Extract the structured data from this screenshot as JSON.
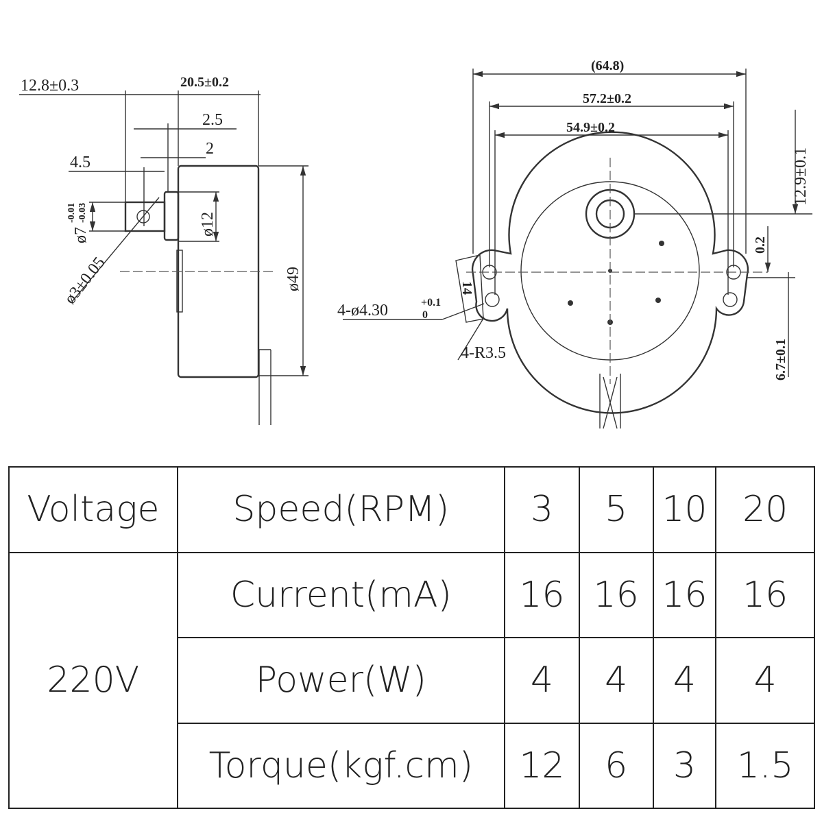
{
  "drawing": {
    "side_view": {
      "dim_shaft_length": "12.8±0.3",
      "dim_body_depth": "20.5±0.2",
      "dim_2_5": "2.5",
      "dim_2": "2",
      "dim_4_5": "4.5",
      "dim_shaft_dia": "ø7",
      "dim_shaft_tol_upper": "-0.01",
      "dim_shaft_tol_lower": "-0.03",
      "dim_pin_hole": "ø3±0.05",
      "dim_boss_dia": "ø12",
      "dim_body_dia": "ø49"
    },
    "front_view": {
      "dim_overall": "(64.8)",
      "dim_outer_holes": "57.2±0.2",
      "dim_inner_holes": "54.9±0.2",
      "dim_shaft_offset": "12.9±0.1",
      "dim_0_2": "0.2",
      "dim_hole_offset": "6.7±0.1",
      "dim_holes": "4-ø4.30",
      "dim_holes_tol_upper": "+0.1",
      "dim_holes_tol_lower": "0",
      "dim_radius": "4-R3.5",
      "dim_14": "14"
    }
  },
  "table": {
    "header": {
      "voltage": "Voltage",
      "speed": "Speed(RPM)",
      "values": [
        "3",
        "5",
        "10",
        "20"
      ]
    },
    "voltage_value": "220V",
    "rows": [
      {
        "label": "Current(mA)",
        "values": [
          "16",
          "16",
          "16",
          "16"
        ]
      },
      {
        "label": "Power(W)",
        "values": [
          "4",
          "4",
          "4",
          "4"
        ]
      },
      {
        "label": "Torque(kgf.cm)",
        "values": [
          "12",
          "6",
          "3",
          "1.5"
        ]
      }
    ]
  }
}
